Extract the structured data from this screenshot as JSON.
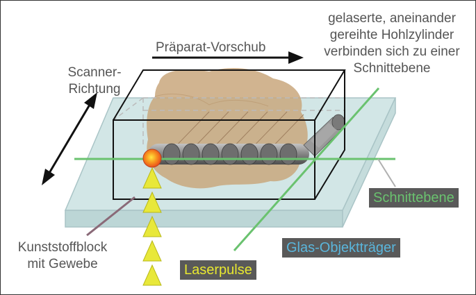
{
  "labels": {
    "top_right": "gelaserte, aneinander\ngereihte Hohlzylinder\nverbinden sich zu einer\nSchnittebene",
    "feed": "Präparat-Vorschub",
    "scanner": "Scanner-\nRichtung",
    "block": "Kunststoffblock\nmit Gewebe",
    "plane": "Schnittebene",
    "slide": "Glas-Objektträger",
    "laser": "Laserpulse"
  },
  "colors": {
    "tag_background": "#595959",
    "plane_text": "#6ac26f",
    "slide_text": "#5ab6dc",
    "laser_text": "#e8e830",
    "tissue": "#c9a77c",
    "glass": "#d2e6e6",
    "cylinder": "#8a8a8a",
    "laser_spot": "#f05a28",
    "pulse": "#e8e83a",
    "plane_line": "#6ac26f"
  }
}
